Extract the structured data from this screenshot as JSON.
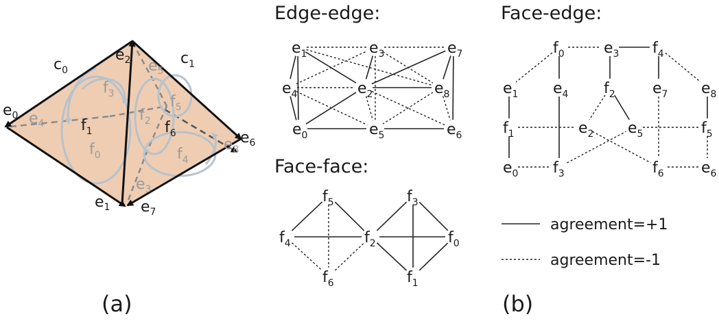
{
  "panel_a": {
    "caption": "(a)",
    "cells": [
      {
        "base": "c",
        "sub": "0"
      },
      {
        "base": "c",
        "sub": "1"
      }
    ],
    "edges": [
      {
        "base": "e",
        "sub": "0"
      },
      {
        "base": "e",
        "sub": "1"
      },
      {
        "base": "e",
        "sub": "2"
      },
      {
        "base": "e",
        "sub": "3"
      },
      {
        "base": "e",
        "sub": "4"
      },
      {
        "base": "e",
        "sub": "5"
      },
      {
        "base": "e",
        "sub": "6"
      },
      {
        "base": "e",
        "sub": "7"
      },
      {
        "base": "e",
        "sub": "8"
      }
    ],
    "faces": [
      {
        "base": "f",
        "sub": "0"
      },
      {
        "base": "f",
        "sub": "1"
      },
      {
        "base": "f",
        "sub": "2"
      },
      {
        "base": "f",
        "sub": "3"
      },
      {
        "base": "f",
        "sub": "4"
      },
      {
        "base": "f",
        "sub": "5"
      },
      {
        "base": "f",
        "sub": "6"
      }
    ],
    "fill_color": "#efcdb2"
  },
  "panel_b": {
    "caption": "(b)",
    "edge_edge": {
      "title": "Edge-edge:",
      "nodes": [
        "e0",
        "e1",
        "e2",
        "e3",
        "e4",
        "e5",
        "e6",
        "e7",
        "e8"
      ],
      "solid": [
        [
          "e1",
          "e4"
        ],
        [
          "e1",
          "e0"
        ],
        [
          "e1",
          "e2"
        ],
        [
          "e4",
          "e0"
        ],
        [
          "e0",
          "e2"
        ],
        [
          "e0",
          "e5"
        ],
        [
          "e5",
          "e6"
        ],
        [
          "e3",
          "e2"
        ],
        [
          "e2",
          "e7"
        ],
        [
          "e7",
          "e6"
        ],
        [
          "e7",
          "e8"
        ],
        [
          "e2",
          "e8"
        ]
      ],
      "dotted": [
        [
          "e1",
          "e3"
        ],
        [
          "e3",
          "e7"
        ],
        [
          "e1",
          "e8"
        ],
        [
          "e4",
          "e2"
        ],
        [
          "e4",
          "e3"
        ],
        [
          "e4",
          "e5"
        ],
        [
          "e3",
          "e5"
        ],
        [
          "e3",
          "e8"
        ],
        [
          "e2",
          "e5"
        ],
        [
          "e8",
          "e5"
        ],
        [
          "e8",
          "e6"
        ],
        [
          "e2",
          "e6"
        ]
      ]
    },
    "face_face": {
      "title": "Face-face:",
      "nodes": [
        "f0",
        "f1",
        "f2",
        "f3",
        "f4",
        "f5",
        "f6"
      ],
      "solid": [
        [
          "f5",
          "f4"
        ],
        [
          "f5",
          "f2"
        ],
        [
          "f4",
          "f2"
        ],
        [
          "f3",
          "f2"
        ],
        [
          "f3",
          "f0"
        ],
        [
          "f3",
          "f1"
        ],
        [
          "f2",
          "f0"
        ],
        [
          "f2",
          "f1"
        ],
        [
          "f1",
          "f0"
        ]
      ],
      "dotted": [
        [
          "f5",
          "f6"
        ],
        [
          "f4",
          "f6"
        ],
        [
          "f6",
          "f2"
        ]
      ]
    },
    "face_edge": {
      "title": "Face-edge:",
      "nodes": [
        "f0",
        "e3",
        "f4",
        "e1",
        "e4",
        "f2",
        "e7",
        "e8",
        "f1",
        "e2",
        "e5",
        "f5",
        "e0",
        "f3",
        "f6",
        "e6"
      ],
      "solid": [
        [
          "f0",
          "e4"
        ],
        [
          "e3",
          "f4"
        ],
        [
          "e3",
          "f2"
        ],
        [
          "f4",
          "e7"
        ],
        [
          "e1",
          "f1"
        ],
        [
          "f1",
          "e0"
        ],
        [
          "e4",
          "f3"
        ],
        [
          "f2",
          "e5"
        ],
        [
          "e8",
          "f5"
        ]
      ],
      "dotted": [
        [
          "f0",
          "e3"
        ],
        [
          "f0",
          "e1"
        ],
        [
          "f4",
          "e8"
        ],
        [
          "f2",
          "e2"
        ],
        [
          "e7",
          "f6"
        ],
        [
          "f1",
          "e2"
        ],
        [
          "e5",
          "f5"
        ],
        [
          "f5",
          "e6"
        ],
        [
          "e0",
          "f3"
        ],
        [
          "f3",
          "e5"
        ],
        [
          "e2",
          "f6"
        ],
        [
          "f6",
          "e6"
        ]
      ]
    },
    "legend": [
      {
        "label": "agreement=+1",
        "style": "solid"
      },
      {
        "label": "agreement=-1",
        "style": "dotted"
      }
    ]
  }
}
